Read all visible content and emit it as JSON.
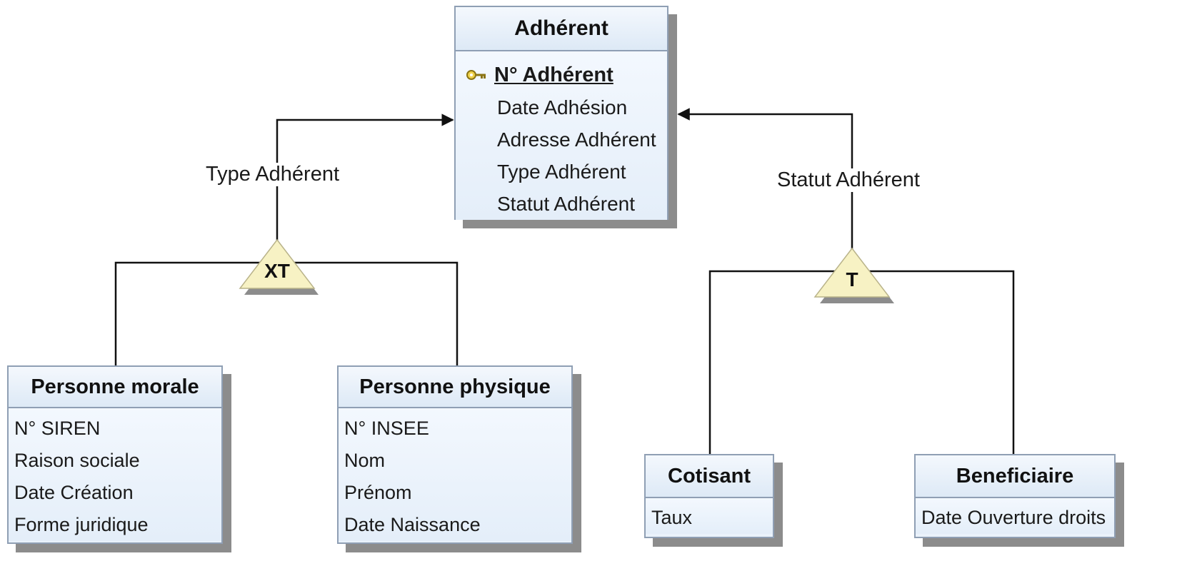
{
  "entities": {
    "adherent": {
      "title": "Adhérent",
      "key": "N° Adhérent",
      "attrs": [
        "Date Adhésion",
        "Adresse Adhérent",
        "Type Adhérent",
        "Statut Adhérent"
      ]
    },
    "personne_morale": {
      "title": "Personne morale",
      "attrs": [
        "N° SIREN",
        "Raison sociale",
        "Date Création",
        "Forme juridique"
      ]
    },
    "personne_physique": {
      "title": "Personne physique",
      "attrs": [
        "N° INSEE",
        "Nom",
        "Prénom",
        "Date Naissance"
      ]
    },
    "cotisant": {
      "title": "Cotisant",
      "attrs": [
        "Taux"
      ]
    },
    "beneficiaire": {
      "title": "Beneficiaire",
      "attrs": [
        "Date Ouverture droits"
      ]
    }
  },
  "inheritances": {
    "type": {
      "label": "Type Adhérent",
      "marker": "XT"
    },
    "statut": {
      "label": "Statut Adhérent",
      "marker": "T"
    }
  },
  "colors": {
    "entity_fill": "#eaf2fb",
    "entity_border": "#8f9fb4",
    "shadow": "#8c8c8c",
    "triangle_fill": "#f7f2c4",
    "line": "#111111"
  }
}
